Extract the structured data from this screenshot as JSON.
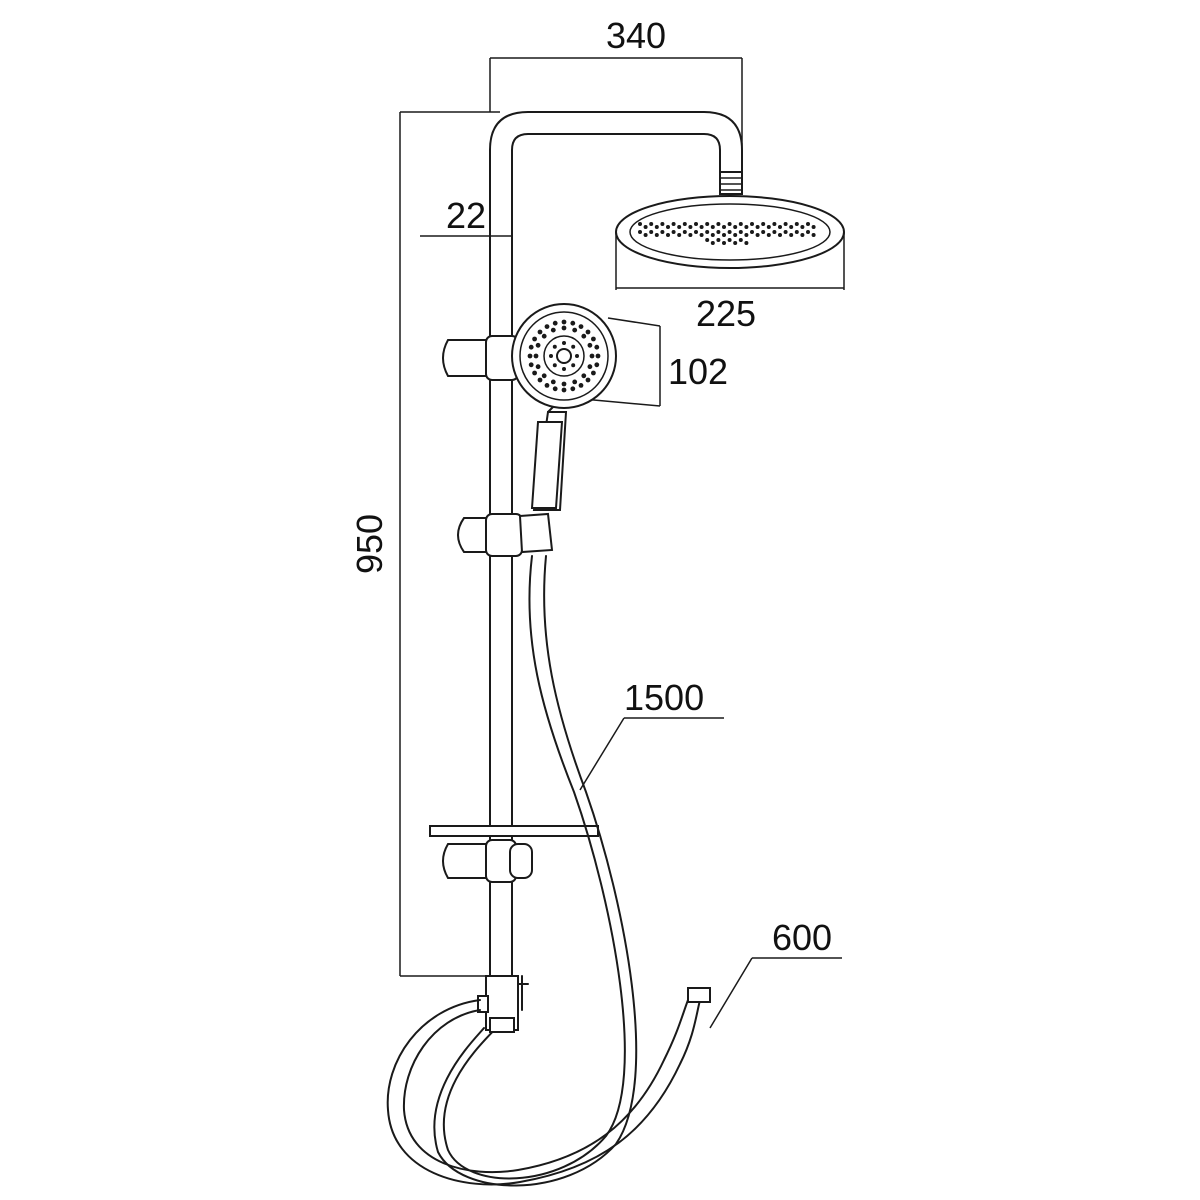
{
  "drawing": {
    "subject": "shower system",
    "dimensions": {
      "arm_reach": "340",
      "rail_diameter": "22",
      "head_diameter": "225",
      "hand_shower_diameter": "102",
      "height": "950",
      "hand_hose_length": "1500",
      "inlet_hose_length": "600"
    }
  }
}
